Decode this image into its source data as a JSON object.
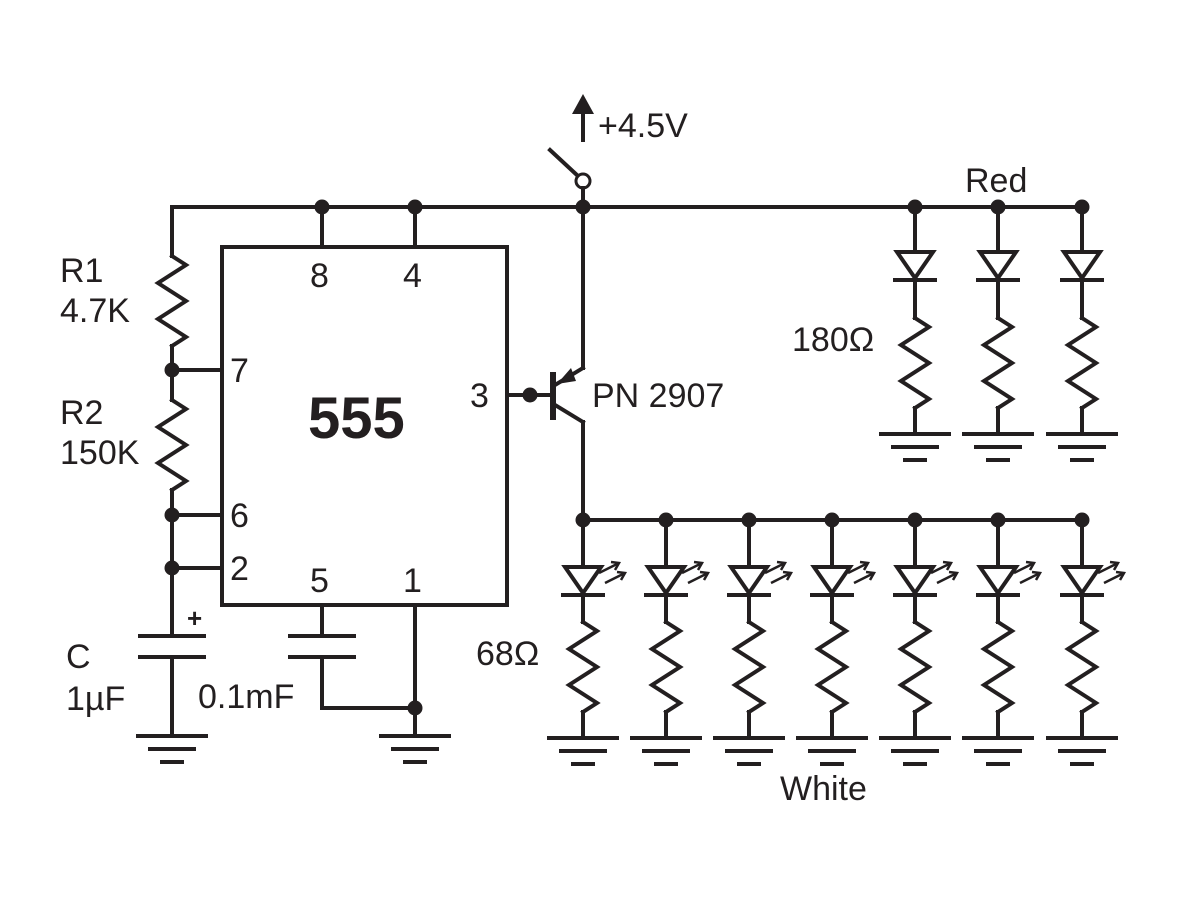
{
  "diagram": {
    "supply_label": "+4.5V",
    "ic": {
      "label": "555",
      "pins": {
        "p8": "8",
        "p4": "4",
        "p7": "7",
        "p6": "6",
        "p2": "2",
        "p5": "5",
        "p1": "1",
        "p3": "3"
      }
    },
    "r1": {
      "name": "R1",
      "value": "4.7K"
    },
    "r2": {
      "name": "R2",
      "value": "150K"
    },
    "c_timing": {
      "name": "C",
      "value": "1µF",
      "polarity": "+"
    },
    "c_control": {
      "value": "0.1mF"
    },
    "transistor": {
      "label": "PN 2907"
    },
    "red_group": {
      "label": "Red",
      "resistor_value": "180Ω",
      "count": 3
    },
    "white_group": {
      "label": "White",
      "resistor_value": "68Ω",
      "count": 7
    },
    "colors": {
      "ink": "#231f20",
      "background": "#ffffff"
    }
  }
}
